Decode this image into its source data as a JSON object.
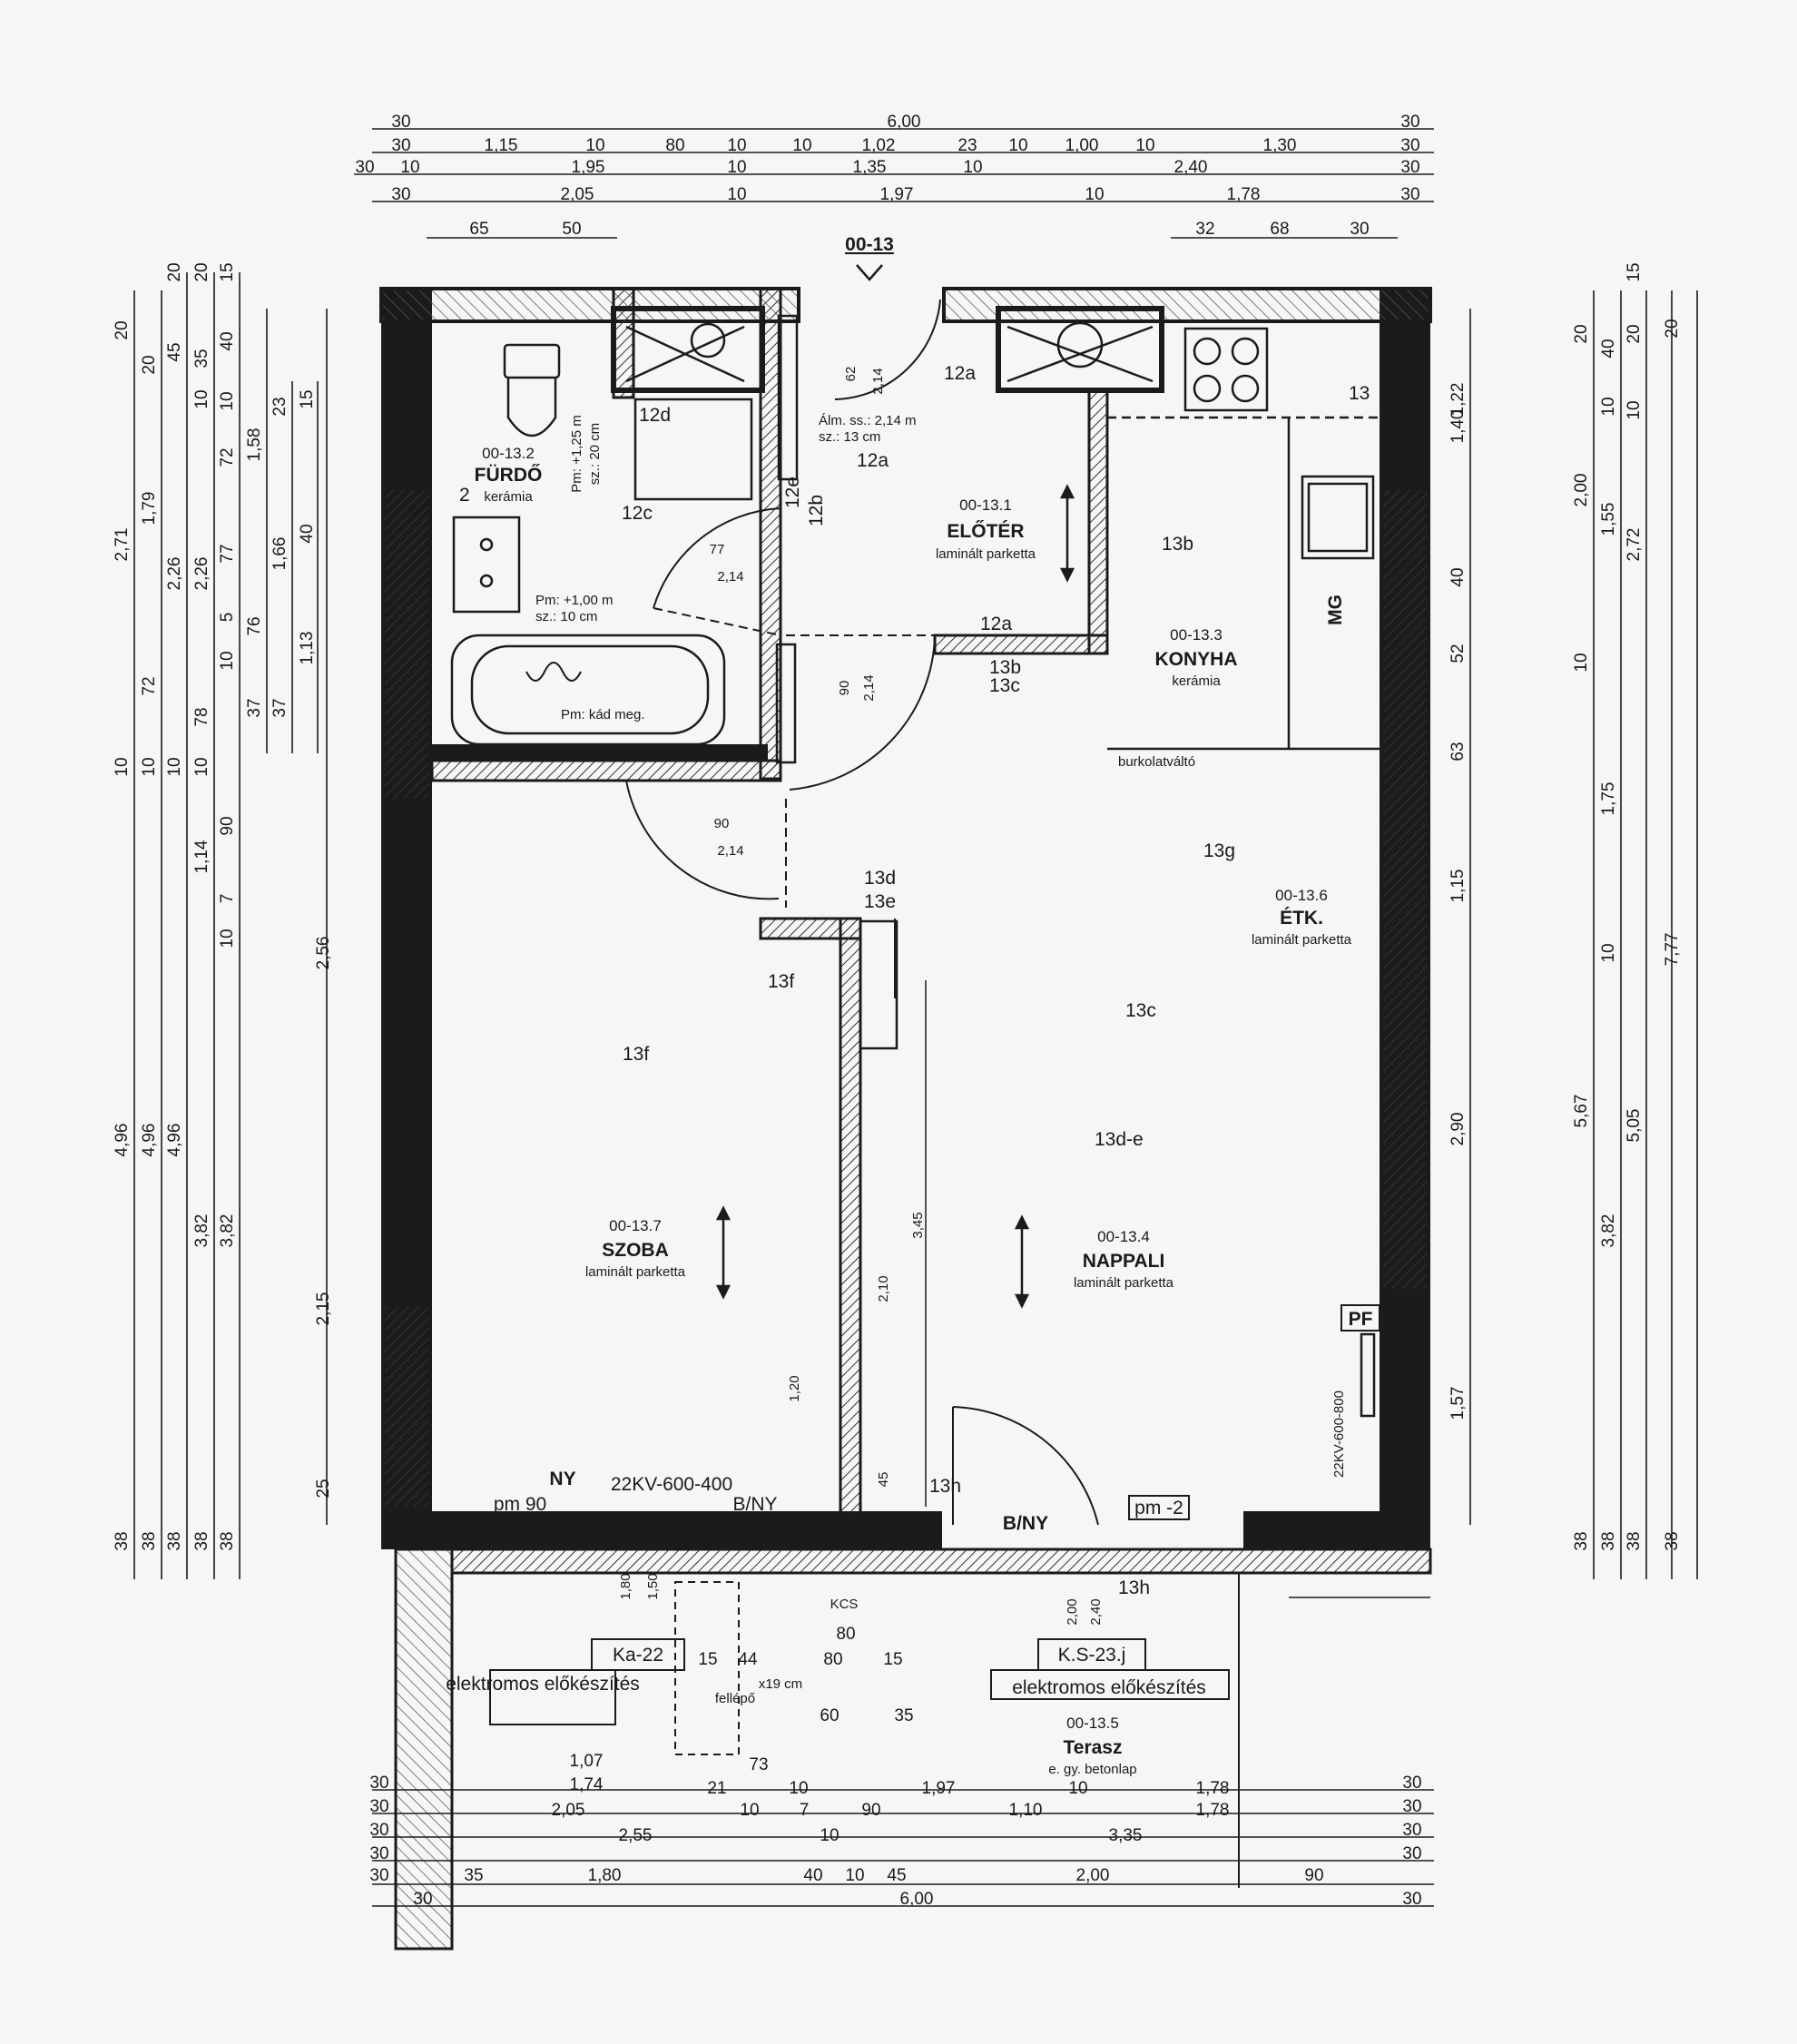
{
  "section_code": "00-13",
  "rooms": [
    {
      "code": "00-13.1",
      "name": "ELŐTÉR",
      "floor": "laminált parketta"
    },
    {
      "code": "00-13.2",
      "name": "FÜRDŐ",
      "floor": "kerámia"
    },
    {
      "code": "00-13.3",
      "name": "KONYHA",
      "floor": "kerámia"
    },
    {
      "code": "00-13.4",
      "name": "NAPPALI",
      "floor": "laminált parketta"
    },
    {
      "code": "00-13.5",
      "name": "Terasz",
      "floor": "e. gy. betonlap"
    },
    {
      "code": "00-13.6",
      "name": "ÉTK.",
      "floor": "laminált parketta"
    },
    {
      "code": "00-13.7",
      "name": "SZOBA",
      "floor": "laminált parketta"
    }
  ],
  "annotations": {
    "bath_pm1": "Pm: +1,25 m",
    "bath_pm1_sz": "sz.: 20 cm",
    "bath_pm2": "Pm: +1,00 m",
    "bath_pm2_sz": "sz.: 10 cm",
    "tub_pm": "Pm: kád meg.",
    "alm_ss": "Álm. ss.: 2,14 m",
    "alm_sz": "sz.: 13 cm",
    "floor_change": "burkolatváltó",
    "mg": "MG",
    "pf": "PF",
    "radiator": "22KV-600-800",
    "window_top": "22KV-600-400",
    "ny": "NY",
    "b_ny_1": "B/NY",
    "b_ny_2": "B/NY",
    "pm90": "pm 90",
    "pm_2": "pm -2",
    "kcs": "KCS",
    "fellepo": "fellépő",
    "size_19": "x19 cm",
    "ka22": "Ka-22",
    "ks23": "K.S-23.j",
    "elek1": "elektromos előkészítés",
    "elek2": "elektromos előkészítés"
  },
  "door_labels": {
    "d77": "77",
    "d214a": "2,14",
    "d90a": "90",
    "d214b": "2,14",
    "d90b": "90",
    "d214c": "2,14",
    "d62": "62",
    "d214d": "2,14",
    "d2_10": "2,10",
    "d3_45": "3,45",
    "d1_20": "1,20",
    "d45": "45",
    "d2_00": "2,00",
    "d2_40": "2,40",
    "d1_80": "1,80",
    "d1_50": "1,50"
  },
  "markers": [
    "12a",
    "12b",
    "12c",
    "12d",
    "12e",
    "12a",
    "12a",
    "13b",
    "13b",
    "13c",
    "13c",
    "13d",
    "13e",
    "13f",
    "13f",
    "13h",
    "13h",
    "13d-e",
    "13",
    "13g",
    "2"
  ],
  "dims_top": [
    [
      "30",
      "6,00",
      "30"
    ],
    [
      "30",
      "1,15",
      "10",
      "80",
      "10",
      "10",
      "1,02",
      "23",
      "10",
      "1,00",
      "10",
      "1,30",
      "30"
    ],
    [
      "30",
      "10",
      "1,95",
      "10",
      "1,35",
      "10",
      "2,40",
      "30"
    ],
    [
      "30",
      "2,05",
      "10",
      "1,97",
      "10",
      "1,78",
      "30"
    ],
    [
      "65",
      "50",
      "32",
      "68",
      "30"
    ]
  ],
  "dims_bottom": [
    [
      "30",
      "1,07",
      "73"
    ],
    [
      "30",
      "1,74",
      "21",
      "10",
      "1,97",
      "10",
      "1,78",
      "30"
    ],
    [
      "30",
      "2,05",
      "10",
      "7",
      "90",
      "1,10",
      "1,78",
      "30"
    ],
    [
      "30",
      "2,55",
      "10",
      "3,35",
      "30"
    ],
    [
      "30",
      "35",
      "1,80",
      "40",
      "10",
      "45",
      "2,00",
      "90",
      "30"
    ],
    [
      "30",
      "6,00",
      "30"
    ]
  ],
  "terrace_dims": [
    "80",
    "15",
    "44",
    "80",
    "15",
    "60",
    "35"
  ],
  "dims_left": [
    [
      "20",
      "2,71",
      "10",
      "4,96",
      "38"
    ],
    [
      "20",
      "1,79",
      "72",
      "10",
      "4,96",
      "38"
    ],
    [
      "20",
      "45",
      "2,26",
      "10",
      "4,96",
      "38"
    ],
    [
      "20",
      "35",
      "10",
      "2,26",
      "78",
      "10",
      "1,14",
      "3,82",
      "38"
    ],
    [
      "15",
      "40",
      "10",
      "72",
      "77",
      "5",
      "10",
      "90",
      "7",
      "10",
      "3,82",
      "38"
    ],
    [
      "1,58",
      "76",
      "37"
    ],
    [
      "23",
      "1,66",
      "37"
    ],
    [
      "15",
      "40",
      "1,13"
    ],
    [
      "2,56",
      "2,15",
      "25"
    ]
  ],
  "dims_right": [
    [
      "1,22",
      "1,40",
      "40",
      "52",
      "63",
      "1,15",
      "2,90",
      "1,57"
    ],
    [
      "20",
      "2,00",
      "10",
      "5,67",
      "38"
    ],
    [
      "40",
      "10",
      "1,55",
      "1,75",
      "10",
      "3,82",
      "38"
    ],
    [
      "15",
      "20",
      "10",
      "2,72",
      "5,05",
      "38"
    ],
    [
      "20",
      "7,77",
      "38"
    ]
  ]
}
